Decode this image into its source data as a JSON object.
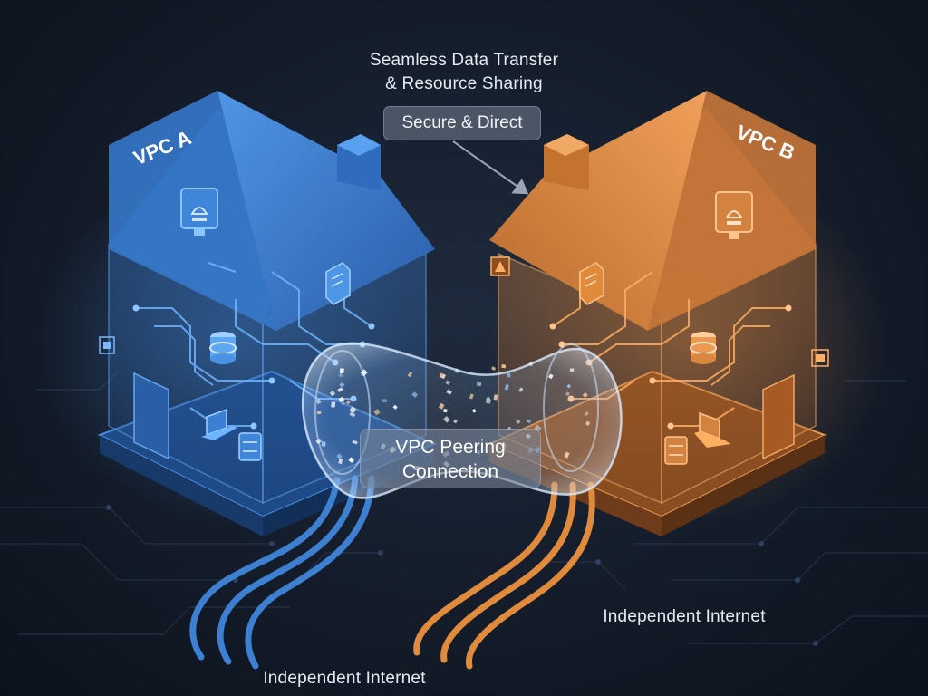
{
  "top_caption": {
    "line1": "Seamless Data Transfer",
    "line2": "& Resource Sharing"
  },
  "secure_label": "Secure & Direct",
  "vpc_a": {
    "label": "VPC A",
    "color": "#3d7fd0"
  },
  "vpc_b": {
    "label": "VPC B",
    "color": "#d9823f"
  },
  "peering": {
    "line1": "VPC Peering",
    "line2": "Connection"
  },
  "internet_labels": {
    "right": "Independent Internet",
    "bottom": "Independent Internet"
  },
  "colors": {
    "background": "#141c2a",
    "blue_accent": "#3d7fd0",
    "orange_accent": "#e08a3c",
    "text": "#e6ebf2"
  },
  "icons": [
    "monitor-icon",
    "database-icon",
    "laptop-icon",
    "server-icon",
    "document-icon",
    "door-icon",
    "warning-icon",
    "chip-icon"
  ]
}
